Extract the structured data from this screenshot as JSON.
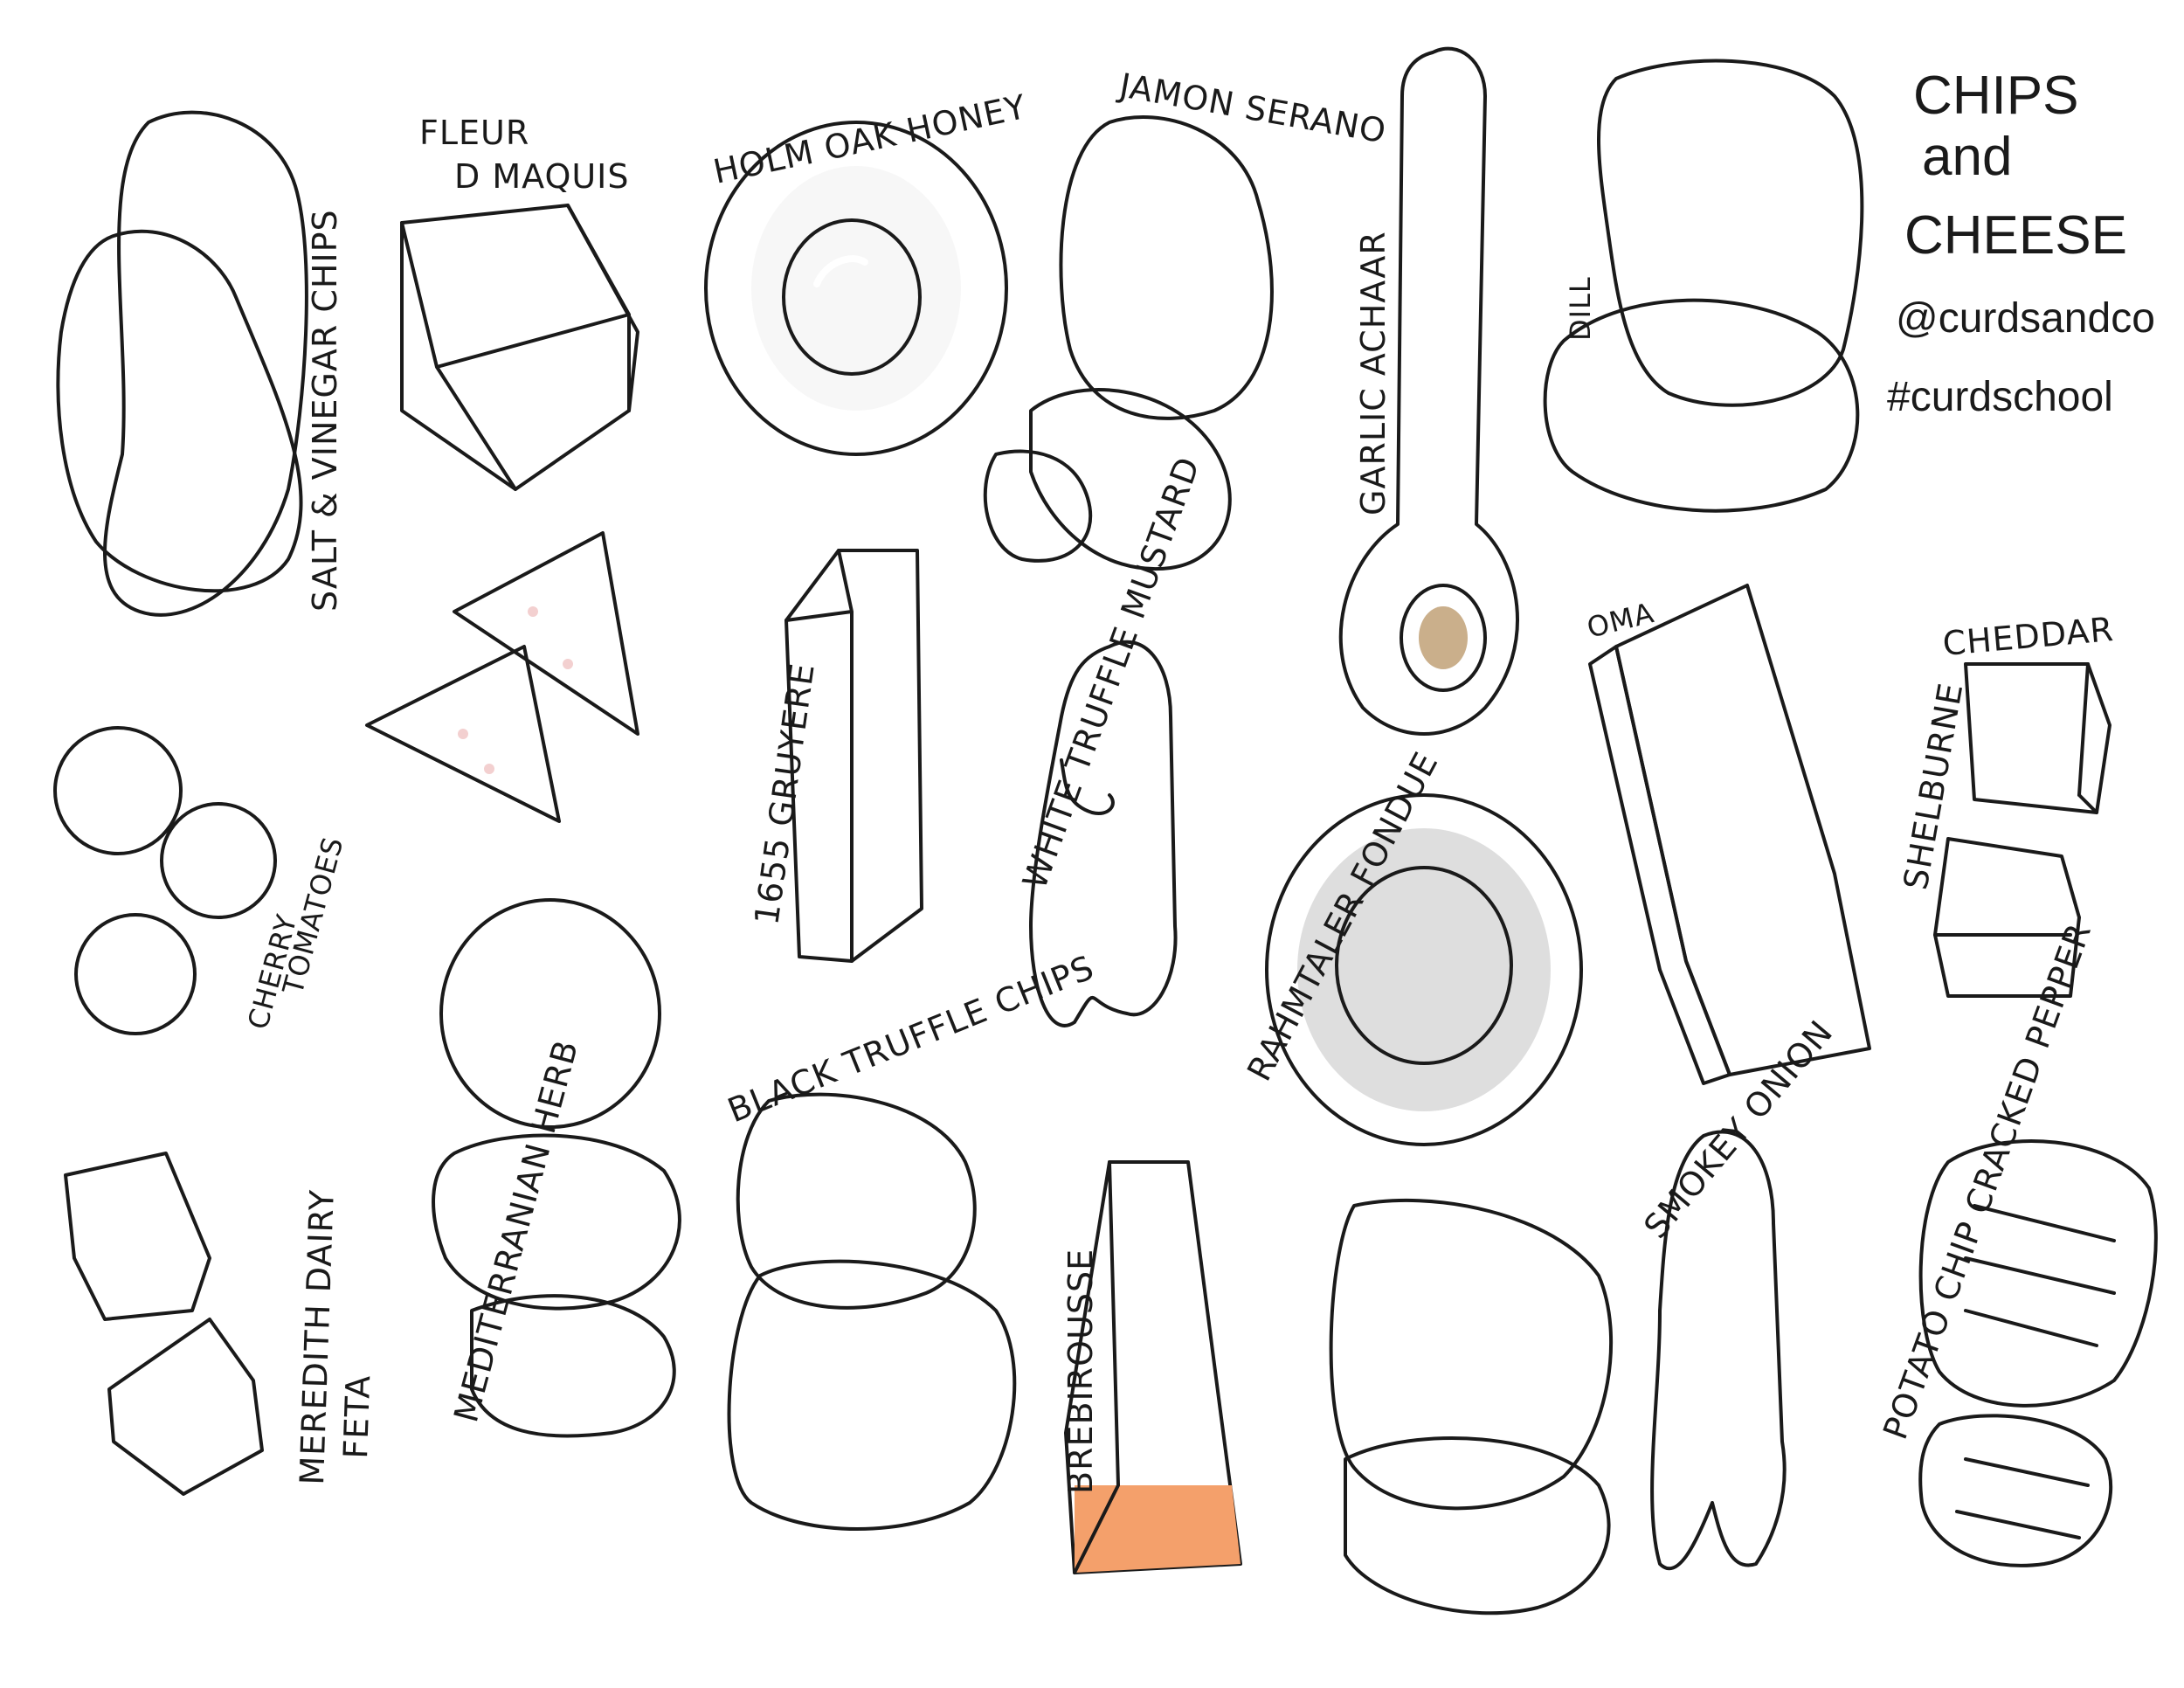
{
  "header": {
    "title_line1": "CHIPS",
    "title_line2": "and",
    "title_line3": "CHEESE",
    "handle": "@curdsandco",
    "hashtag": "#curdschool"
  },
  "labels": {
    "salt_vinegar": "SALT & VINEGAR CHIPS",
    "fleur_line1": "FLEUR",
    "fleur_line2": "D MAQUIS",
    "honey": "HOLM OAK HONEY",
    "jamon": "JAMON SERANO",
    "garlic": "GARLIC ACHAAR",
    "dill": "DILL",
    "cherry_line1": "CHERRY",
    "cherry_line2": "TOMATOES",
    "gruyere": "1655 GRUYERE",
    "mustard": "WHITE TRUFFLE MUSTARD",
    "oma": "OMA",
    "cheddar_line1": "CHEDDAR",
    "cheddar_line2": "SHELBURNE",
    "fondue": "RAHMTALER FONDUE",
    "feta_line1": "MEREDITH DAIRY",
    "feta_line2": "FETA",
    "med_herb": "MEDITERRANIAN HERB",
    "black_truffle": "BLACK TRUFFLE CHIPS",
    "brebirousse": "BREBIROUSSE",
    "smokey": "SMOKEY ONION",
    "potato_line1": "POTATO CHIP CRACKED PEPPER"
  },
  "colors": {
    "chip": "#f5d9ad",
    "chip_dark": "#e9b877",
    "cheese_white": "#eef0e6",
    "cheese_cream": "#fbead0",
    "orange_rind": "#f4a06b",
    "salami": "#c0444a",
    "tomato": "#d12a22",
    "honey": "#b8732e",
    "bowl_grey": "#7a7a7a",
    "fondue": "#ece8d4",
    "mustard": "#f6dfae",
    "onion": "#c98a3a"
  }
}
